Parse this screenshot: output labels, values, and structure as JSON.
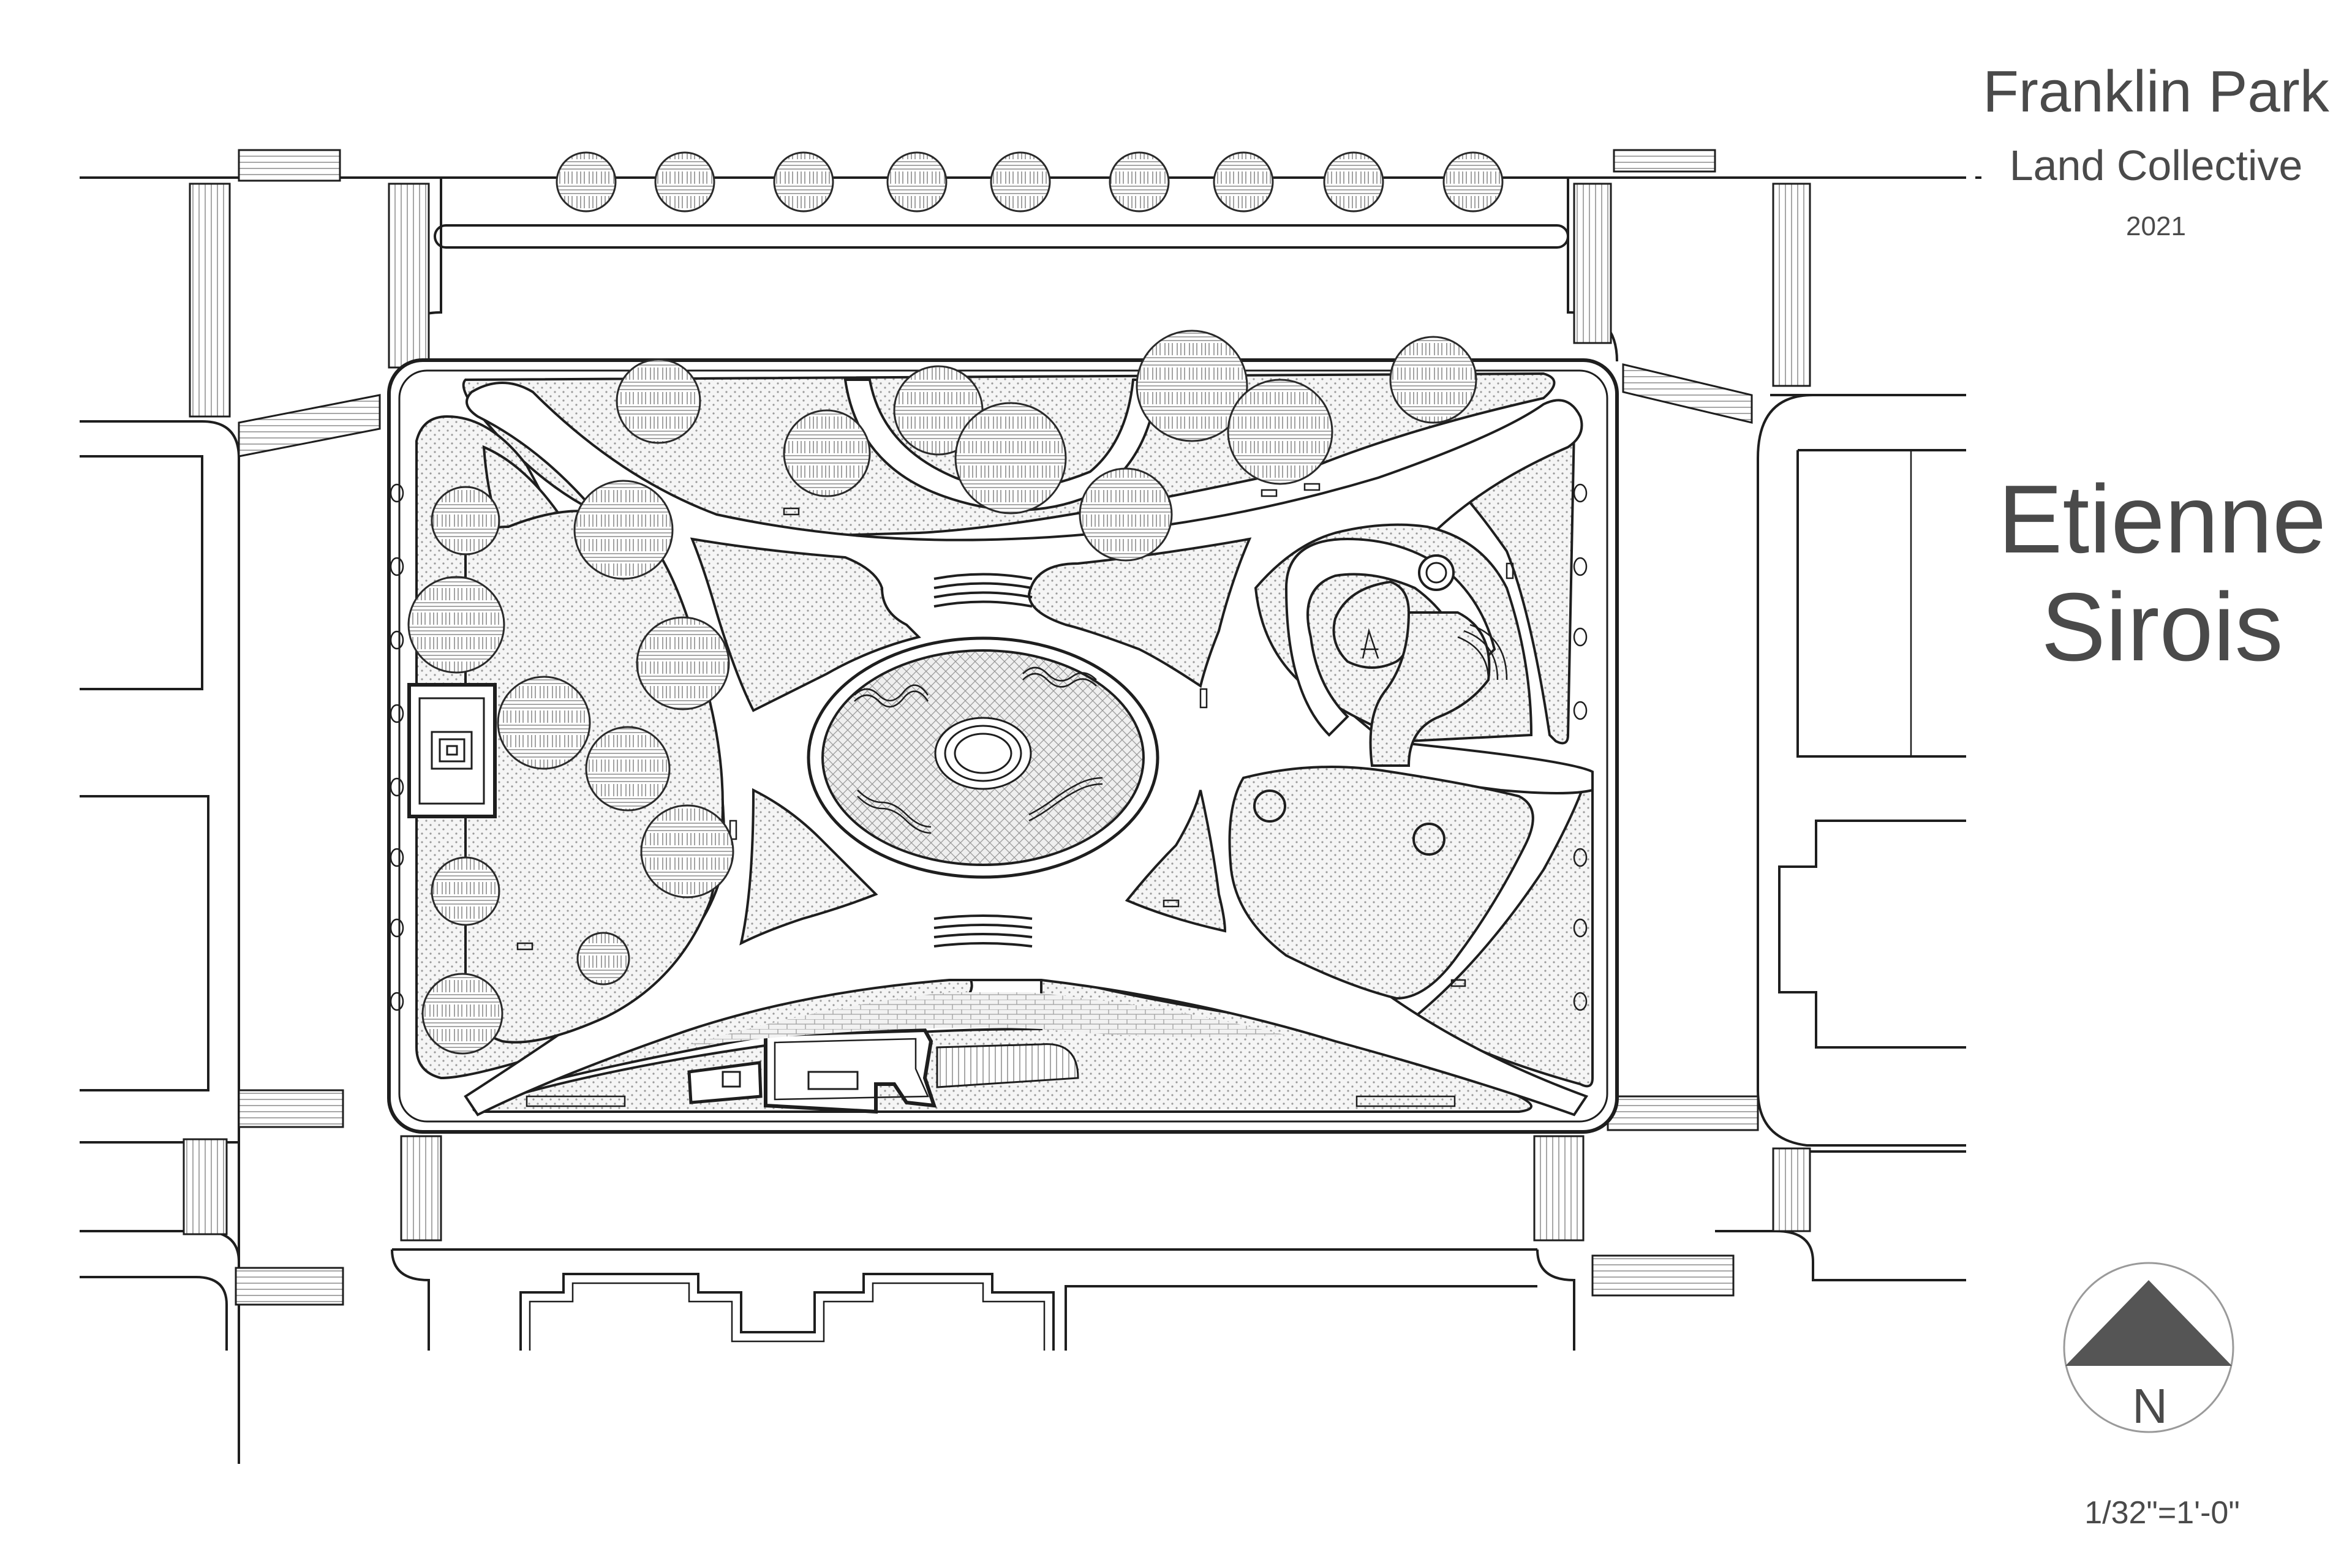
{
  "title_block": {
    "title": "Franklin Park",
    "subtitle": "Land Collective",
    "year": "2021",
    "author_line1": "Etienne",
    "author_line2": "Sirois",
    "north_label": "N",
    "scale": "1/32\"=1'-0\""
  },
  "icons": {
    "north_arrow": "north-arrow-icon",
    "fountain": "fountain-icon",
    "tree": "tree-canopy-icon"
  },
  "colors": {
    "line": "#1e1e1e",
    "text": "#4a4a4a",
    "north_arrow_fill": "#555555",
    "paper": "#ffffff"
  }
}
